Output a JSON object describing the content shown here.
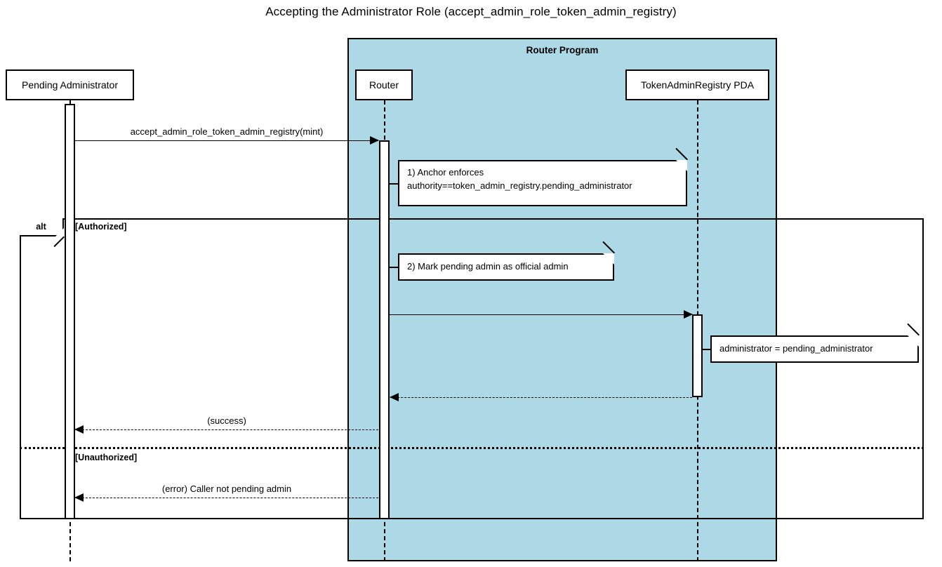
{
  "diagram": {
    "title": "Accepting the Administrator Role (accept_admin_role_token_admin_registry)",
    "type": "uml-sequence-diagram",
    "colors": {
      "group_background": "#add8e6",
      "stroke": "#000000",
      "participant_background": "#ffffff",
      "note_background": "#ffffff"
    }
  },
  "groups": [
    {
      "id": "router-program",
      "label": "Router Program"
    }
  ],
  "participants": [
    {
      "id": "pending-administrator",
      "label": "Pending Administrator",
      "group": null
    },
    {
      "id": "router",
      "label": "Router",
      "group": "router-program"
    },
    {
      "id": "token-admin-registry-pda",
      "label": "TokenAdminRegistry PDA",
      "group": "router-program"
    }
  ],
  "messages": [
    {
      "id": "msg-accept",
      "label": "accept_admin_role_token_admin_registry(mint)",
      "from": "pending-administrator",
      "to": "router",
      "style": "solid",
      "direction": "right"
    },
    {
      "id": "msg-update-registry",
      "label": "",
      "from": "router",
      "to": "token-admin-registry-pda",
      "style": "solid",
      "direction": "right"
    },
    {
      "id": "msg-registry-return",
      "label": "",
      "from": "token-admin-registry-pda",
      "to": "router",
      "style": "dashed",
      "direction": "left"
    },
    {
      "id": "msg-success",
      "label": "(success)",
      "from": "router",
      "to": "pending-administrator",
      "style": "dashed",
      "direction": "left"
    },
    {
      "id": "msg-error",
      "label": "(error) Caller not pending admin",
      "from": "router",
      "to": "pending-administrator",
      "style": "dashed",
      "direction": "left"
    }
  ],
  "notes": [
    {
      "id": "note-anchor-enforces",
      "line1": "1) Anchor enforces",
      "line2": "authority==token_admin_registry.pending_administrator",
      "attached_to": "router"
    },
    {
      "id": "note-mark-admin",
      "line1": "2) Mark pending admin as official admin",
      "line2": "",
      "attached_to": "router"
    },
    {
      "id": "note-administrator-assign",
      "line1": "administrator = pending_administrator",
      "line2": "",
      "attached_to": "token-admin-registry-pda"
    }
  ],
  "fragment": {
    "id": "alt-fragment",
    "operator": "alt",
    "guards": [
      {
        "id": "guard-authorized",
        "label": "[Authorized]"
      },
      {
        "id": "guard-unauthorized",
        "label": "[Unauthorized]"
      }
    ]
  }
}
